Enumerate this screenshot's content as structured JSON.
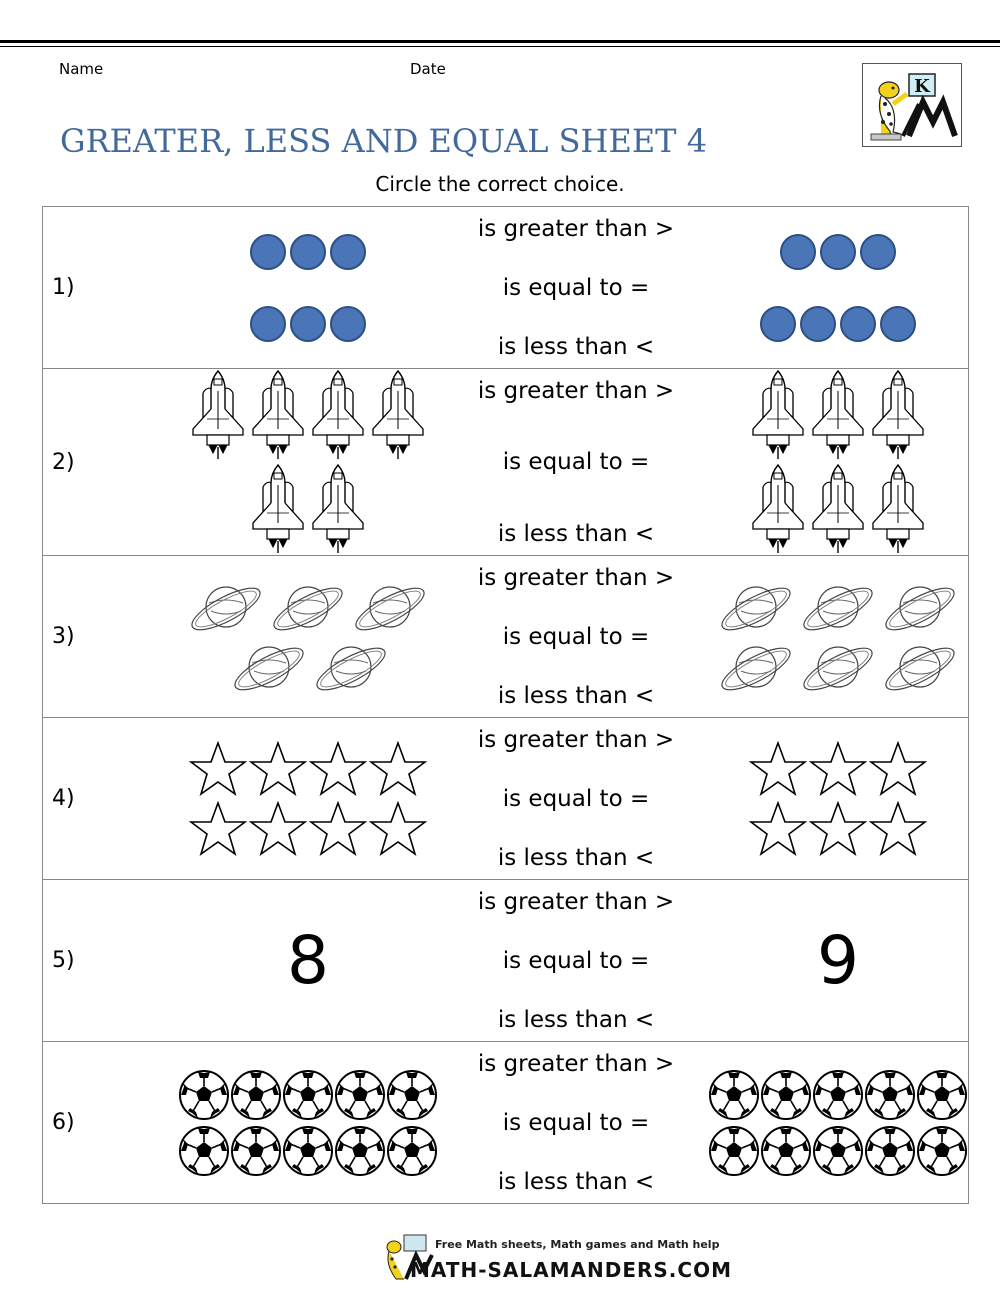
{
  "header": {
    "name_label": "Name",
    "date_label": "Date",
    "title": "GREATER, LESS AND EQUAL SHEET 4",
    "instruction": "Circle the correct choice.",
    "logo_letter": "K"
  },
  "choices": {
    "greater": "is greater than >",
    "equal": "is equal to =",
    "less": "is less than <"
  },
  "questions": [
    {
      "label": "1)",
      "kind": "circle",
      "left": [
        3,
        3
      ],
      "right": [
        3,
        4
      ]
    },
    {
      "label": "2)",
      "kind": "rocket",
      "left": [
        4,
        2
      ],
      "right": [
        3,
        3
      ]
    },
    {
      "label": "3)",
      "kind": "planet",
      "left": [
        3,
        2
      ],
      "right": [
        3,
        3
      ]
    },
    {
      "label": "4)",
      "kind": "star",
      "left": [
        4,
        4
      ],
      "right": [
        3,
        3
      ]
    },
    {
      "label": "5)",
      "kind": "number",
      "left_number": "8",
      "right_number": "9"
    },
    {
      "label": "6)",
      "kind": "soccer",
      "left": [
        5,
        5
      ],
      "right": [
        5,
        5
      ]
    }
  ],
  "footer": {
    "tagline": "Free Math sheets, Math games and Math help",
    "site": "MATH-SALAMANDERS.COM"
  },
  "colors": {
    "title": "#41699c",
    "circle_fill": "#4a76b8",
    "circle_stroke": "#2c4f83"
  }
}
